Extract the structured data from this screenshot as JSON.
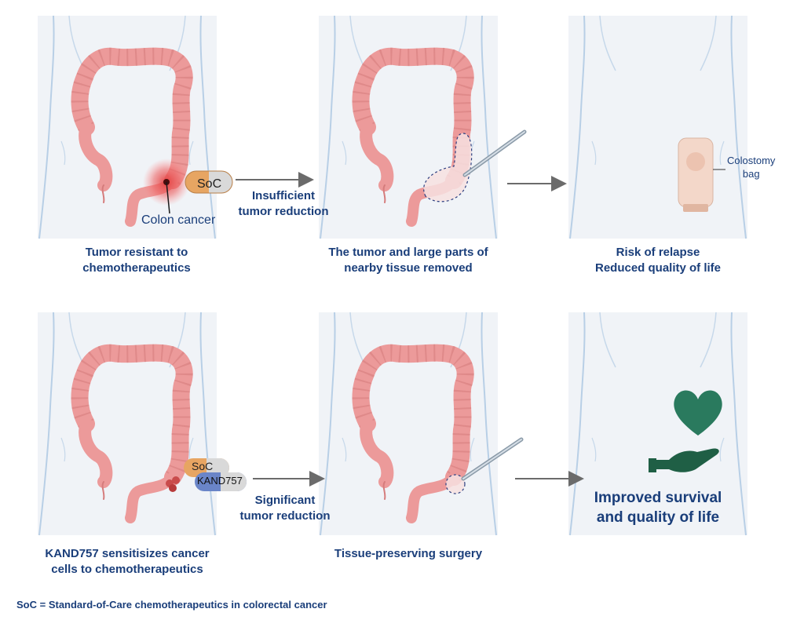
{
  "panels": {
    "p1": {
      "caption_line1": "Tumor  resistant to",
      "caption_line2": "chemotherapeutics",
      "tumor_label": "Colon cancer",
      "pill_label": "SoC"
    },
    "p2": {
      "caption_line1": "The tumor and large parts of",
      "caption_line2": "nearby tissue removed"
    },
    "p3": {
      "caption_line1": "Risk of relapse",
      "caption_line2": "Reduced quality of life",
      "bag_label_line1": "Colostomy",
      "bag_label_line2": "bag"
    },
    "p4": {
      "caption_line1": "KAND757 sensitisizes cancer",
      "caption_line2": "cells to chemotherapeutics",
      "pill1_label": "SoC",
      "pill2_label": "KAND757"
    },
    "p5": {
      "caption_line1": "Tissue-preserving surgery"
    },
    "p6": {
      "outcome_line1": "Improved survival",
      "outcome_line2": "and quality of life"
    }
  },
  "arrows": {
    "a1_line1": "Insufficient",
    "a1_line2": "tumor reduction",
    "a3_line1": "Significant",
    "a3_line2": "tumor reduction"
  },
  "footnote": "SoC = Standard-of-Care chemotherapeutics in colorectal cancer",
  "colors": {
    "panel_bg": "#f0f3f7",
    "body_outline": "#b8cfe6",
    "colon": "#ec9a9a",
    "caption_text": "#1a3e7a",
    "tumor_red": "#e23c3c",
    "pill_orange": "#e7a562",
    "pill_blue": "#6a85c8",
    "heart_green": "#2a7a5e",
    "hand_green": "#1f5f45",
    "arrow_gray": "#6b6b6b"
  }
}
